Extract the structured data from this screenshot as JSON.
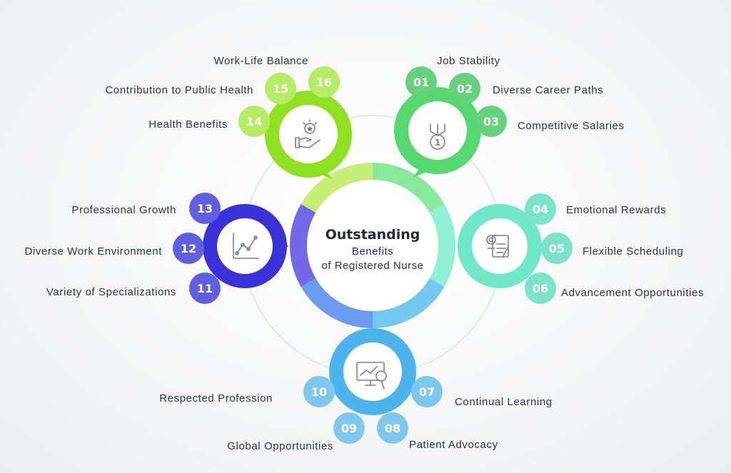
{
  "center": {
    "title": "Outstanding",
    "subtitle_line1": "Benefits",
    "subtitle_line2": "of Registered Nurse"
  },
  "benefits": [
    {
      "number": "01",
      "label": "Job Stability",
      "color": "#64d37c"
    },
    {
      "number": "02",
      "label": "Diverse Career Paths",
      "color": "#64d37c"
    },
    {
      "number": "03",
      "label": "Competitive Salaries",
      "color": "#64d37c"
    },
    {
      "number": "04",
      "label": "Emotional Rewards",
      "color": "#79e4c8"
    },
    {
      "number": "05",
      "label": "Flexible Scheduling",
      "color": "#79e4c8"
    },
    {
      "number": "06",
      "label": "Advancement Opportunities",
      "color": "#79e4c8"
    },
    {
      "number": "07",
      "label": "Continual Learning",
      "color": "#7ec8ee"
    },
    {
      "number": "08",
      "label": "Patient Advocacy",
      "color": "#7ec8ee"
    },
    {
      "number": "09",
      "label": "Global Opportunities",
      "color": "#7ec8ee"
    },
    {
      "number": "10",
      "label": "Respected Profession",
      "color": "#7ec8ee"
    },
    {
      "number": "11",
      "label": "Variety of Specializations",
      "color": "#5f5fe0"
    },
    {
      "number": "12",
      "label": "Diverse Work Environment",
      "color": "#5f5fe0"
    },
    {
      "number": "13",
      "label": "Professional Growth",
      "color": "#5f5fe0"
    },
    {
      "number": "14",
      "label": "Health Benefits",
      "color": "#b4ec66"
    },
    {
      "number": "15",
      "label": "Contribution to Public Health",
      "color": "#b4ec66"
    },
    {
      "number": "16",
      "label": "Work-Life Balance",
      "color": "#b4ec66"
    }
  ],
  "hubs": [
    {
      "name": "medal-hub",
      "icon": "medal-icon",
      "color": "#55d870"
    },
    {
      "name": "checklist-hub",
      "icon": "checklist-icon",
      "color": "#6ee8c6"
    },
    {
      "name": "monitor-hub",
      "icon": "monitor-search-icon",
      "color": "#4db3ec"
    },
    {
      "name": "growth-chart-hub",
      "icon": "line-chart-icon",
      "color": "#3a32d8"
    },
    {
      "name": "hand-star-hub",
      "icon": "hand-star-icon",
      "color": "#8fe020"
    }
  ],
  "ring_segment_colors": [
    "#86ea9a",
    "#8ff0d6",
    "#72c8f0",
    "#6a9bf0",
    "#7468e8",
    "#c6ee74"
  ]
}
